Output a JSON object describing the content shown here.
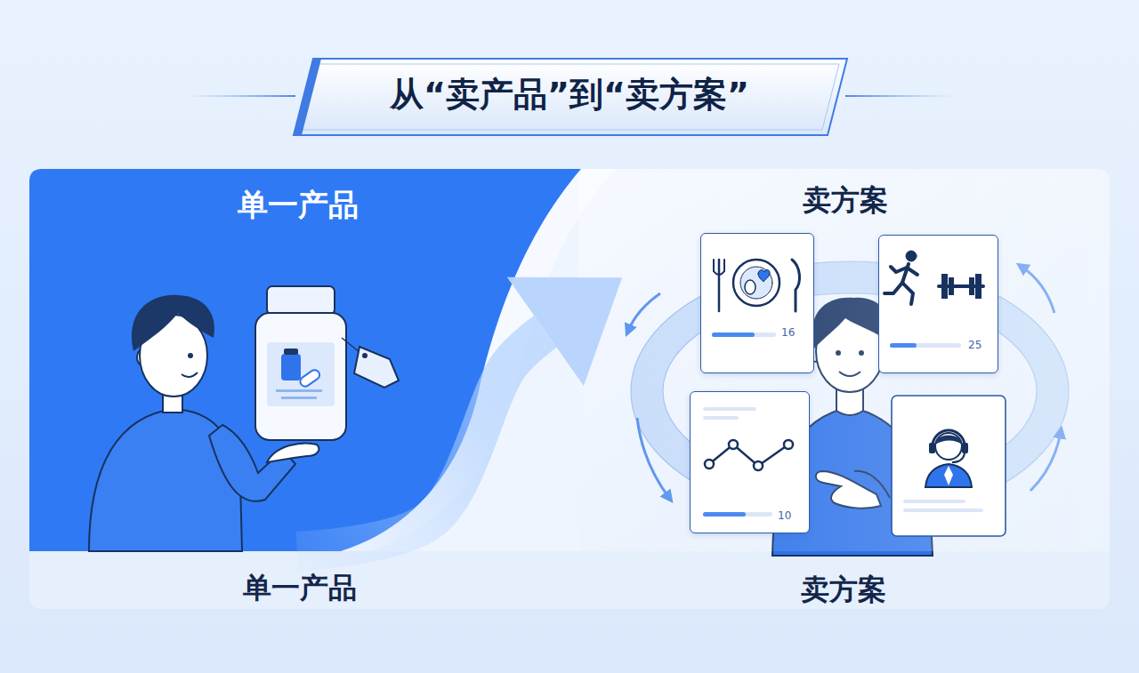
{
  "diagram": {
    "title": "从“卖产品”到“卖方案”",
    "nodes": [
      {
        "text": [
          "单一产品"
        ]
      },
      {
        "text": [
          "卖方案"
        ]
      },
      {
        "text": [
          "16"
        ],
        "in": 1
      },
      {
        "text": [
          "25"
        ],
        "in": 1
      },
      {
        "text": [
          "10"
        ],
        "in": 1
      }
    ],
    "edges": [
      {
        "from": 0,
        "to": 1,
        "arrow": "to"
      }
    ],
    "labels": [
      "单一产品",
      "卖方案"
    ]
  }
}
